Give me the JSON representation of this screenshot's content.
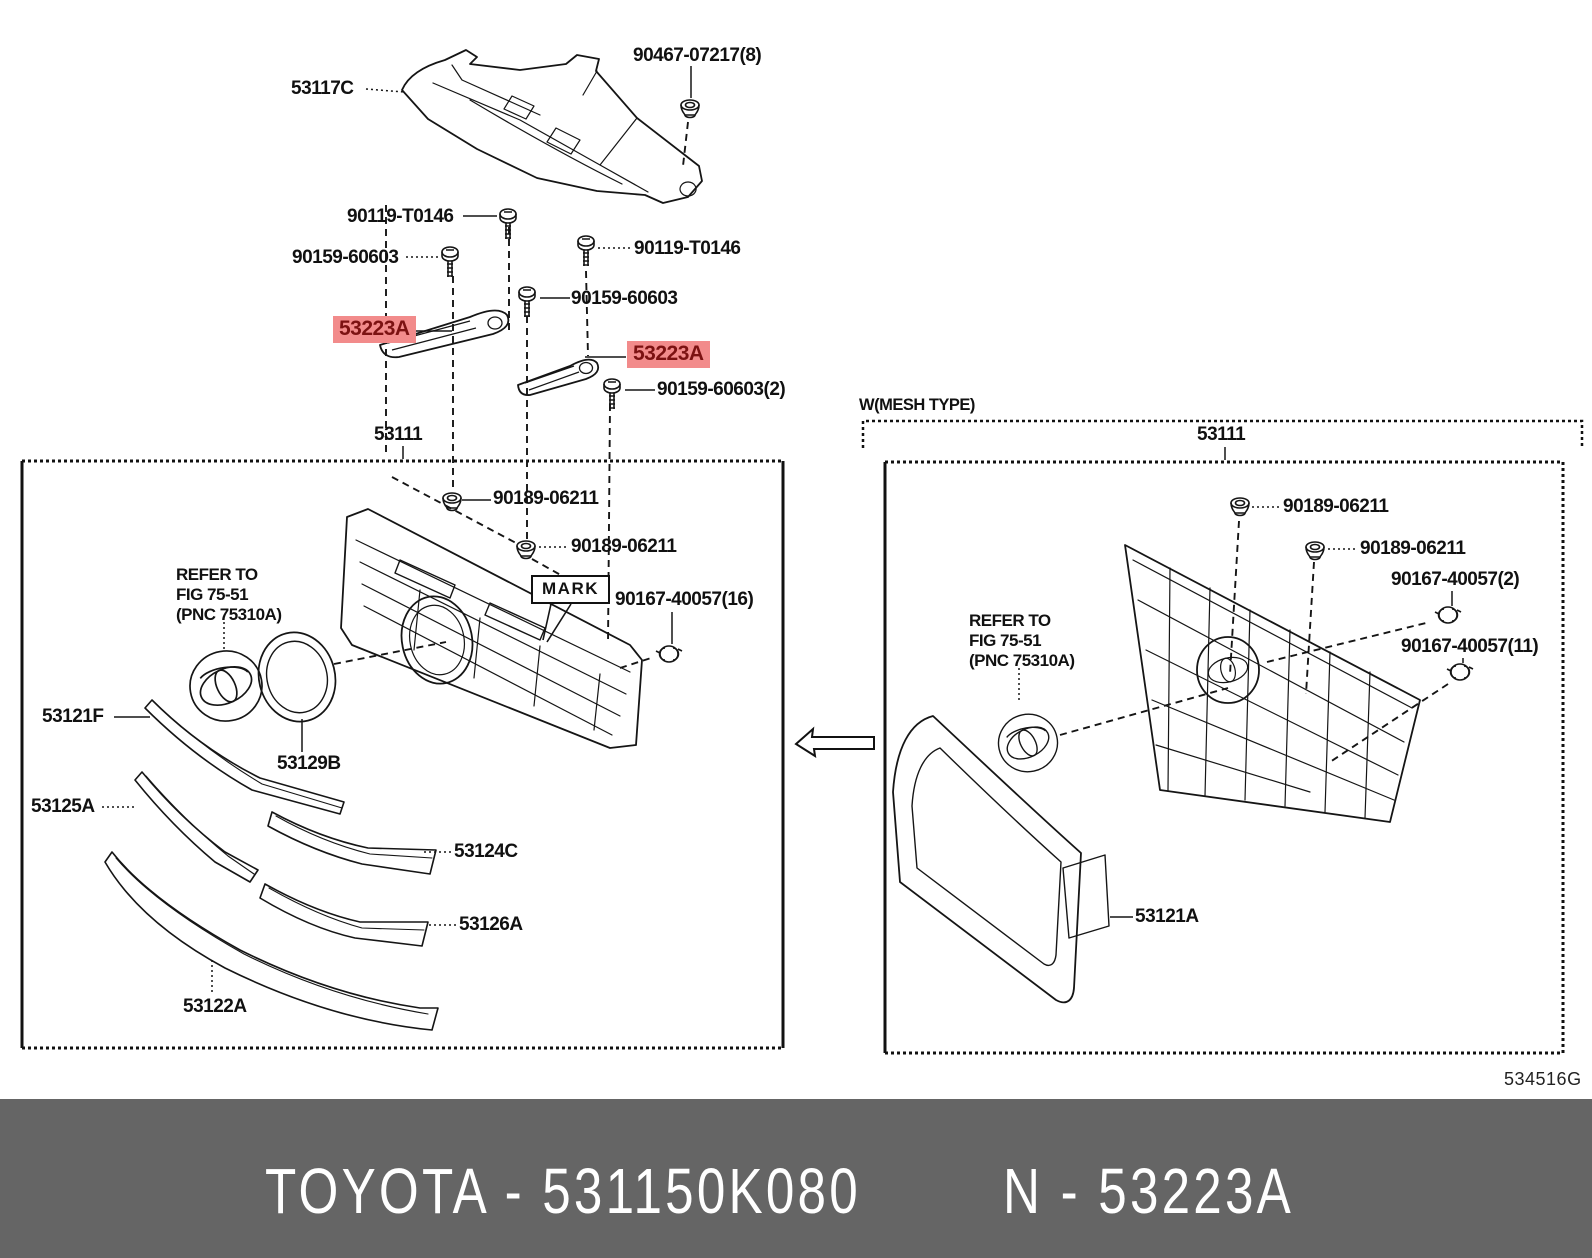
{
  "labels": {
    "undercover_clip": "90467-07217(8)",
    "undercover": "53117C",
    "bolt_small": "90119-T0146",
    "bolt_washer": "90159-60603",
    "brace_highlight": "53223A",
    "bolt_washer_x2": "90159-60603(2)",
    "grille_assy": "53111",
    "clip": "90189-06211",
    "mark_tag": "MARK",
    "screw_x16": "90167-40057(16)",
    "screw_x2": "90167-40057(2)",
    "screw_x11": "90167-40057(11)",
    "emblem_ring": "53129B",
    "moulding_f": "53121F",
    "moulding_a5": "53125A",
    "moulding_c": "53124C",
    "moulding_a6": "53126A",
    "moulding_lower": "53122A",
    "frame_mesh": "53121A",
    "mesh_variant": "W(MESH TYPE)"
  },
  "refer_note": {
    "line1": "REFER TO",
    "line2": "FIG 75-51",
    "line3": "(PNC 75310A)"
  },
  "footer": {
    "figure_code": "534516G",
    "catalog_number": "TOYOTA - 531150K080",
    "part_ref": "N - 53223A"
  },
  "colors": {
    "highlight_bg": "#f28b8b",
    "highlight_text": "#7c1212",
    "banner_bg": "#656565",
    "banner_text": "#ffffff",
    "line": "#151515"
  }
}
